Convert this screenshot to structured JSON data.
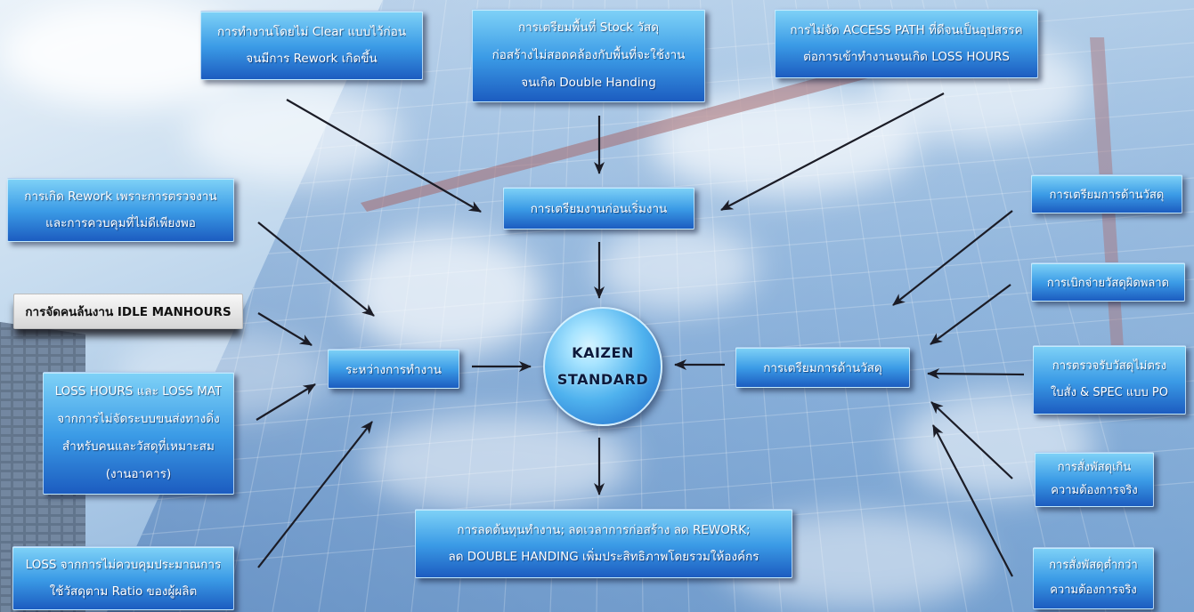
{
  "colors": {
    "box_light": "#7fd2f7",
    "box_mid": "#3b9be6",
    "box_dark": "#1c5cc0",
    "hub_light": "#a8e4ff",
    "hub_dark": "#1b63c6",
    "hub_text": "#0c1a3c",
    "arrow": "#1b1c26",
    "grey_box": "#d6d6d6"
  },
  "hub": {
    "line1": "KAIZEN",
    "line2": "STANDARD"
  },
  "nodes": {
    "top_left": {
      "lines": [
        "การทำงานโดยไม่ Clear แบบไว้ก่อน",
        "จนมีการ Rework เกิดขึ้น"
      ]
    },
    "top_center": {
      "lines": [
        "การเตรียมพื้นที่ Stock วัสดุ",
        "ก่อสร้างไม่สอดคล้องกับพื้นที่จะใช้งาน",
        "จนเกิด Double Handing"
      ]
    },
    "top_right": {
      "lines": [
        "การไม่จัด ACCESS PATH ที่ดีจนเป็นอุปสรรค",
        "ต่อการเข้าทำงานจนเกิด LOSS HOURS"
      ]
    },
    "pre_work": {
      "lines": [
        "การเตรียมงานก่อนเริ่มงาน"
      ]
    },
    "during_work": {
      "lines": [
        "ระหว่างการทำงาน"
      ]
    },
    "material_prep": {
      "lines": [
        "การเตรียมการด้านวัสดุ"
      ]
    },
    "result": {
      "lines": [
        "การลดต้นทุนทำงาน; ลดเวลาการก่อสร้าง ลด REWORK;",
        "ลด DOUBLE HANDING เพิ่มประสิทธิภาพโดยรวมให้องค์กร"
      ]
    },
    "left_1": {
      "lines": [
        "การเกิด Rework เพราะการตรวจงาน",
        "และการควบคุมที่ไม่ดีเพียงพอ"
      ]
    },
    "left_2": {
      "lines": [
        "การจัดคนล้นงาน IDLE MANHOURS"
      ]
    },
    "left_3": {
      "lines": [
        "LOSS HOURS และ LOSS MAT",
        "จากการไม่จัดระบบขนส่งทางดิ่ง",
        "สำหรับคนและวัสดุที่เหมาะสม",
        "(งานอาคาร)"
      ]
    },
    "left_4": {
      "lines": [
        "LOSS จากการไม่ควบคุมประมาณการ",
        "ใช้วัสดุตาม Ratio ของผู้ผลิต"
      ]
    },
    "right_1": {
      "lines": [
        "การเตรียมการด้านวัสดุ"
      ]
    },
    "right_2": {
      "lines": [
        "การเบิกจ่ายวัสดุผิดพลาด"
      ]
    },
    "right_3": {
      "lines": [
        "การตรวจรับวัสดุไม่ตรง",
        "ใบสั่ง & SPEC แบบ PO"
      ]
    },
    "right_4": {
      "lines": [
        "การสั่งพัสดุเกิน",
        "ความต้องการจริง"
      ]
    },
    "right_5": {
      "lines": [
        "การสั่งพัสดุต่ำกว่า",
        "ความต้องการจริง"
      ]
    }
  }
}
